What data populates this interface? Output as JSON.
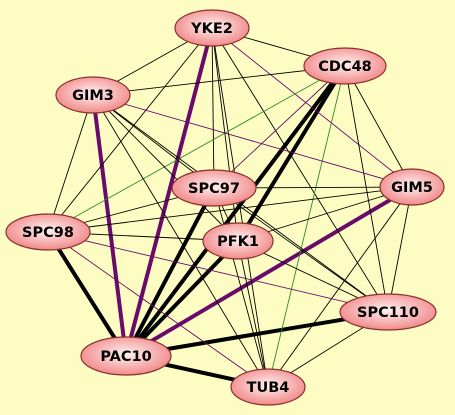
{
  "graph": {
    "background": "#fdfdc3",
    "node_fill_center": "#fff2f2",
    "node_fill_edge": "#f08080",
    "edge_style_colors": {
      "black": "#000000",
      "purple": "#6a0a6a",
      "green": "#2e8b22"
    },
    "nodes": [
      {
        "id": "YKE2",
        "label": "YKE2"
      },
      {
        "id": "CDC48",
        "label": "CDC48"
      },
      {
        "id": "GIM3",
        "label": "GIM3"
      },
      {
        "id": "SPC97",
        "label": "SPC97"
      },
      {
        "id": "GIM5",
        "label": "GIM5"
      },
      {
        "id": "SPC98",
        "label": "SPC98"
      },
      {
        "id": "PFK1",
        "label": "PFK1"
      },
      {
        "id": "SPC110",
        "label": "SPC110"
      },
      {
        "id": "PAC10",
        "label": "PAC10"
      },
      {
        "id": "TUB4",
        "label": "TUB4"
      }
    ],
    "edges": [
      {
        "source": "YKE2",
        "target": "PAC10",
        "color": "purple",
        "weight": "thick"
      },
      {
        "source": "GIM3",
        "target": "PAC10",
        "color": "purple",
        "weight": "thick"
      },
      {
        "source": "GIM5",
        "target": "PAC10",
        "color": "purple",
        "weight": "thick"
      },
      {
        "source": "CDC48",
        "target": "PAC10",
        "color": "black",
        "weight": "thick"
      },
      {
        "source": "CDC48",
        "target": "PFK1",
        "color": "black",
        "weight": "thick"
      },
      {
        "source": "SPC97",
        "target": "PAC10",
        "color": "black",
        "weight": "thick"
      },
      {
        "source": "SPC98",
        "target": "PAC10",
        "color": "black",
        "weight": "thick"
      },
      {
        "source": "PFK1",
        "target": "PAC10",
        "color": "black",
        "weight": "thick"
      },
      {
        "source": "SPC110",
        "target": "PAC10",
        "color": "black",
        "weight": "thick"
      },
      {
        "source": "PAC10",
        "target": "TUB4",
        "color": "black",
        "weight": "thick"
      },
      {
        "source": "YKE2",
        "target": "CDC48",
        "color": "black",
        "weight": "thin"
      },
      {
        "source": "YKE2",
        "target": "GIM3",
        "color": "black",
        "weight": "thin"
      },
      {
        "source": "YKE2",
        "target": "GIM5",
        "color": "purple",
        "weight": "thin"
      },
      {
        "source": "YKE2",
        "target": "SPC98",
        "color": "black",
        "weight": "thin"
      },
      {
        "source": "YKE2",
        "target": "SPC97",
        "color": "black",
        "weight": "thin"
      },
      {
        "source": "YKE2",
        "target": "PFK1",
        "color": "black",
        "weight": "thin"
      },
      {
        "source": "YKE2",
        "target": "SPC110",
        "color": "black",
        "weight": "thin"
      },
      {
        "source": "YKE2",
        "target": "TUB4",
        "color": "black",
        "weight": "thin"
      },
      {
        "source": "CDC48",
        "target": "GIM3",
        "color": "black",
        "weight": "thin"
      },
      {
        "source": "CDC48",
        "target": "GIM5",
        "color": "black",
        "weight": "thin"
      },
      {
        "source": "CDC48",
        "target": "SPC98",
        "color": "green",
        "weight": "thin"
      },
      {
        "source": "CDC48",
        "target": "SPC97",
        "color": "purple",
        "weight": "thin"
      },
      {
        "source": "CDC48",
        "target": "SPC110",
        "color": "black",
        "weight": "thin"
      },
      {
        "source": "CDC48",
        "target": "TUB4",
        "color": "green",
        "weight": "thin"
      },
      {
        "source": "GIM3",
        "target": "GIM5",
        "color": "purple",
        "weight": "thin"
      },
      {
        "source": "GIM3",
        "target": "SPC98",
        "color": "black",
        "weight": "thin"
      },
      {
        "source": "GIM3",
        "target": "SPC97",
        "color": "black",
        "weight": "thin"
      },
      {
        "source": "GIM3",
        "target": "PFK1",
        "color": "black",
        "weight": "thin"
      },
      {
        "source": "GIM3",
        "target": "SPC110",
        "color": "black",
        "weight": "thin"
      },
      {
        "source": "GIM3",
        "target": "TUB4",
        "color": "black",
        "weight": "thin"
      },
      {
        "source": "SPC97",
        "target": "GIM5",
        "color": "black",
        "weight": "thin"
      },
      {
        "source": "SPC97",
        "target": "SPC98",
        "color": "black",
        "weight": "thin"
      },
      {
        "source": "SPC97",
        "target": "PFK1",
        "color": "black",
        "weight": "thin"
      },
      {
        "source": "SPC97",
        "target": "SPC110",
        "color": "black",
        "weight": "thin"
      },
      {
        "source": "SPC97",
        "target": "TUB4",
        "color": "black",
        "weight": "thin"
      },
      {
        "source": "GIM5",
        "target": "SPC98",
        "color": "black",
        "weight": "thin"
      },
      {
        "source": "GIM5",
        "target": "PFK1",
        "color": "black",
        "weight": "thin"
      },
      {
        "source": "GIM5",
        "target": "SPC110",
        "color": "black",
        "weight": "thin"
      },
      {
        "source": "GIM5",
        "target": "TUB4",
        "color": "black",
        "weight": "thin"
      },
      {
        "source": "SPC98",
        "target": "PFK1",
        "color": "black",
        "weight": "thin"
      },
      {
        "source": "SPC98",
        "target": "SPC110",
        "color": "purple",
        "weight": "thin"
      },
      {
        "source": "SPC98",
        "target": "TUB4",
        "color": "purple",
        "weight": "thin"
      },
      {
        "source": "PFK1",
        "target": "SPC110",
        "color": "black",
        "weight": "thin"
      },
      {
        "source": "PFK1",
        "target": "TUB4",
        "color": "black",
        "weight": "thin"
      },
      {
        "source": "SPC110",
        "target": "TUB4",
        "color": "black",
        "weight": "thin"
      }
    ]
  }
}
